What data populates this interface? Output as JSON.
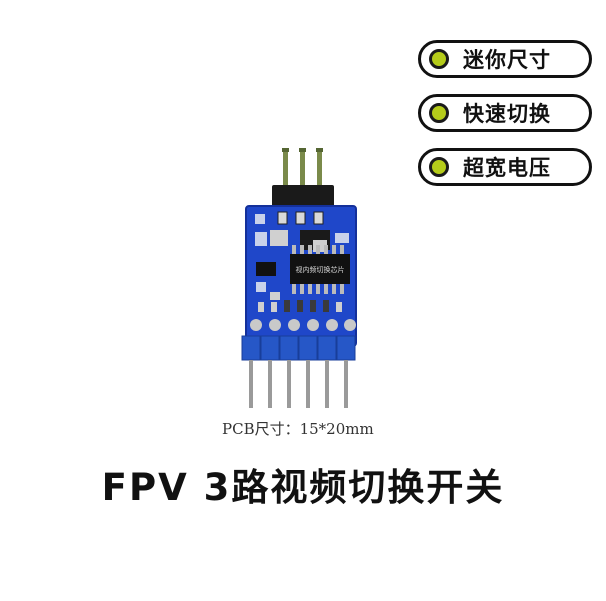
{
  "features": [
    {
      "label": "迷你尺寸"
    },
    {
      "label": "快速切换"
    },
    {
      "label": "超宽电压"
    }
  ],
  "chip_marking": "视内频切换芯片",
  "caption": "PCB尺寸：15*20mm",
  "title": "FPV 3路视频切换开关",
  "colors": {
    "pcb": "#1f47c9",
    "header_housing": "#1a1a1a",
    "bottom_housing": "#2657c7",
    "pin": "#9a9a9a",
    "badge_dot": "#b5cc1a"
  }
}
